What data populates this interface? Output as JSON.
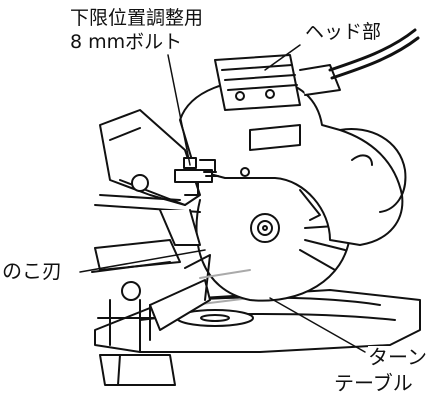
{
  "labels": {
    "bolt_line1": "下限位置調整用",
    "bolt_line2": "8 mmボルト",
    "head": "ヘッド部",
    "blade": "のこ刃",
    "turntable_line1": "ターン",
    "turntable_line2": "テーブル"
  },
  "colors": {
    "line": "#111111",
    "background": "#ffffff",
    "accent": "#aaaaaa"
  }
}
